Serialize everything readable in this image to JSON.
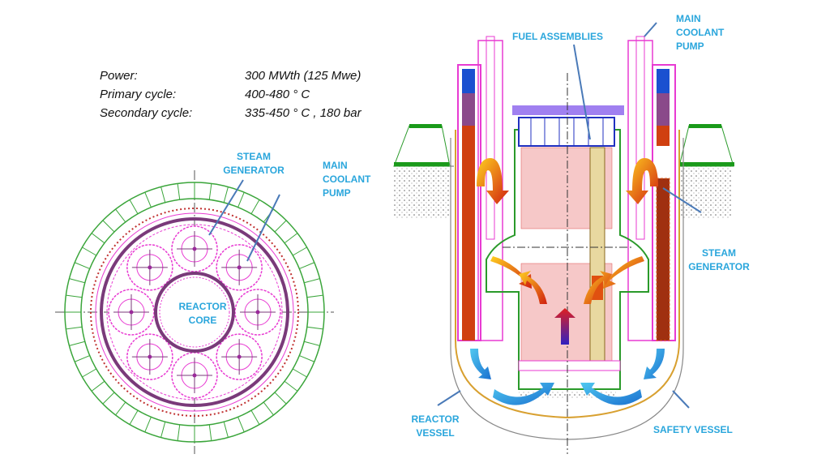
{
  "specs": [
    {
      "label": "Power:",
      "value": "300 MWth (125 Mwe)"
    },
    {
      "label": "Primary cycle:",
      "value": "400-480  ° C"
    },
    {
      "label": "Secondary cycle:",
      "value": "335-450  ° C , 180 bar"
    }
  ],
  "plan_view": {
    "steam_generator": [
      "STEAM",
      "GENERATOR"
    ],
    "main_coolant_pump": [
      "MAIN",
      "COOLANT",
      "PUMP"
    ],
    "reactor_core": [
      "REACTOR",
      "CORE"
    ]
  },
  "section_view": {
    "fuel_assemblies": "FUEL ASSEMBLIES",
    "main_coolant_pump": [
      "MAIN",
      "COOLANT",
      "PUMP"
    ],
    "steam_generator": [
      "STEAM",
      "GENERATOR"
    ],
    "reactor_vessel": [
      "REACTOR",
      "VESSEL"
    ],
    "safety_vessel": "SAFETY VESSEL"
  },
  "colors": {
    "label": "#2aa6dc",
    "pink": "#e83ad2",
    "green": "#2a9a2a",
    "red": "#e03020",
    "purple": "#9a7ae8",
    "gold": "#d8a030"
  }
}
